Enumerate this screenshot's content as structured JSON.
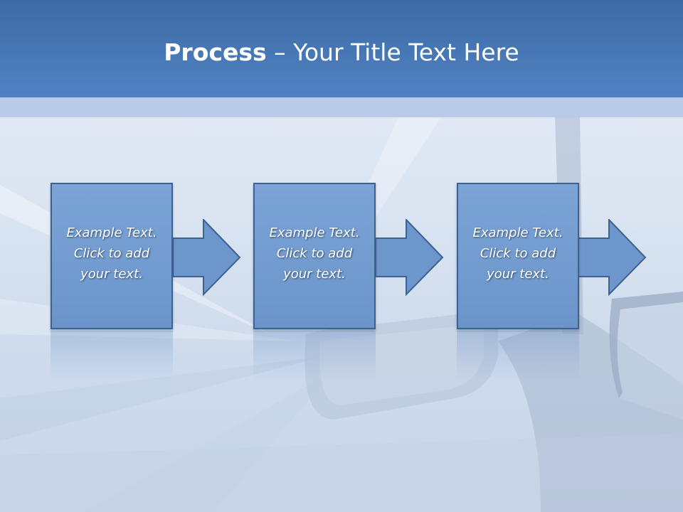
{
  "slide": {
    "title_bold": "Process",
    "title_rest": " – Your Title Text Here"
  },
  "steps": [
    {
      "text": "Example Text.\nClick  to add\nyour text."
    },
    {
      "text": "Example Text.\nClick  to add\nyour text."
    },
    {
      "text": "Example Text.\nClick  to add\nyour text."
    }
  ],
  "colors": {
    "header": "#4a7bbd",
    "box_fill": "#7199cf",
    "box_border": "#3d628f"
  }
}
